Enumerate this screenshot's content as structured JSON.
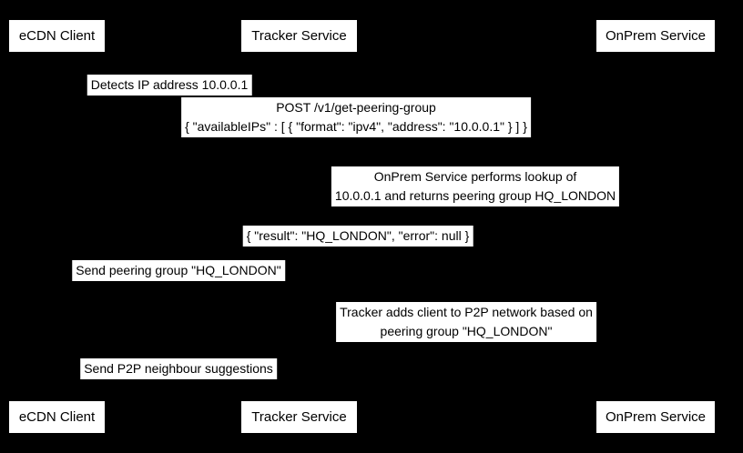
{
  "colors": {
    "background": "#000000",
    "box": "#ffffff",
    "text": "#000000"
  },
  "participants": [
    {
      "label": "eCDN Client"
    },
    {
      "label": "Tracker Service"
    },
    {
      "label": "OnPrem Service"
    }
  ],
  "messages": [
    {
      "lines": [
        "Detects IP address 10.0.0.1"
      ]
    },
    {
      "lines": [
        "POST /v1/get-peering-group",
        "{ \"availableIPs\" : [ { \"format\": \"ipv4\", \"address\": \"10.0.0.1\" } ] }"
      ]
    },
    {
      "lines": [
        "OnPrem Service performs lookup of",
        "10.0.0.1 and returns peering group HQ_LONDON"
      ]
    },
    {
      "lines": [
        "{ \"result\": \"HQ_LONDON\", \"error\": null }"
      ]
    },
    {
      "lines": [
        "Send peering group \"HQ_LONDON\""
      ]
    },
    {
      "lines": [
        "Tracker adds client to P2P network based on",
        "peering group \"HQ_LONDON\""
      ]
    },
    {
      "lines": [
        "Send P2P neighbour suggestions"
      ]
    }
  ]
}
